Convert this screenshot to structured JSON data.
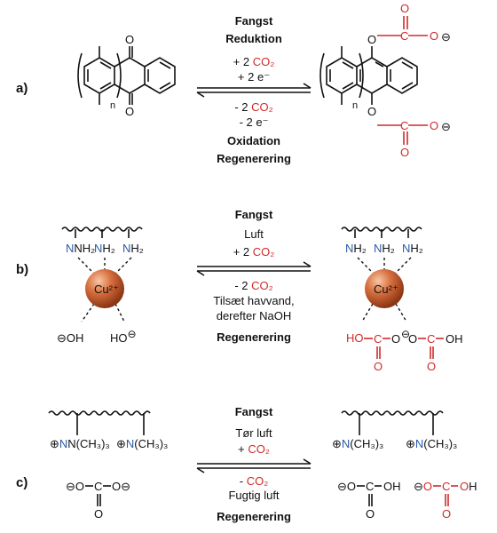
{
  "panel_labels": {
    "a": "a)",
    "b": "b)",
    "c": "c)"
  },
  "panel_a": {
    "n_left": "n",
    "n_right": "n",
    "O_top_left": "O",
    "O_bottom_left": "O",
    "O_top_right": "O",
    "O_bottom_right": "O",
    "carbonate_top": {
      "O1": "O",
      "C": "C",
      "O2": "O",
      "charge": "⊖"
    },
    "carbonate_bottom": {
      "O1": "O",
      "C": "C",
      "O2": "O",
      "charge": "⊖"
    },
    "forward": {
      "l1": "Fangst",
      "l2": "Reduktion",
      "l3_pre": "+ 2 ",
      "l3_co2": "CO₂",
      "l4": "+ 2 e⁻"
    },
    "reverse": {
      "l1_pre": "- 2 ",
      "l1_co2": "CO₂",
      "l2": "- 2 e⁻",
      "l3": "Oxidation",
      "l4": "Regenerering"
    }
  },
  "panel_b": {
    "nh2": "NH₂",
    "cu": "Cu²⁺",
    "oh": "OH",
    "ho": "HO",
    "minus": "⊖",
    "forward": {
      "l1": "Fangst",
      "l2": "Luft",
      "l3_pre": "+ 2 ",
      "l3_co2": "CO₂"
    },
    "reverse": {
      "l1_pre": "- 2 ",
      "l1_co2": "CO₂",
      "l2": "Tilsæt havvand,",
      "l3": "derefter NaOH",
      "l4": "Regenerering"
    },
    "right_carbonate": {
      "ho": "HO",
      "c": "C",
      "o": "O",
      "oh": "OH"
    }
  },
  "panel_c": {
    "plus": "⊕",
    "n_group": "N(CH₃)₃",
    "forward": {
      "l1": "Fangst",
      "l2": "Tør luft",
      "l3_pre": "+ ",
      "l3_co2": "CO₂"
    },
    "reverse": {
      "l1_pre": "- ",
      "l1_co2": "CO₂",
      "l2": "Fugtig luft",
      "l3": "Regenerering"
    },
    "left_carbonate": {
      "o": "O",
      "c": "C",
      "minus": "⊖"
    },
    "right_bicarbonate": {
      "o": "O",
      "c": "C",
      "oh": "OH",
      "minus": "⊖"
    }
  }
}
